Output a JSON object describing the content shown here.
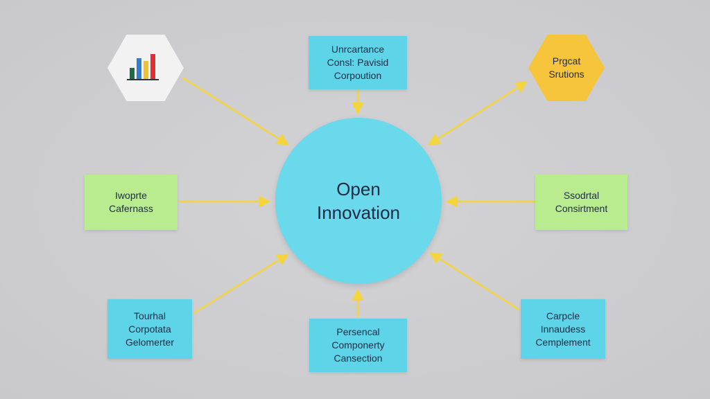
{
  "center": {
    "line1": "Open",
    "line2": "Innovation",
    "color": "#6ad9ec"
  },
  "nodes": {
    "top": {
      "lines": [
        "Unrcartance",
        "Consl: Pavisid",
        "Corpoution"
      ]
    },
    "top_right": {
      "lines": [
        "Prgcat",
        "Srutions"
      ]
    },
    "left": {
      "lines": [
        "Iwoprte",
        "Cafernass"
      ]
    },
    "right": {
      "lines": [
        "Ssodrtal",
        "Consirtment"
      ]
    },
    "bottom_left": {
      "lines": [
        "Tourhal",
        "Corpotata",
        "Gelomerter"
      ]
    },
    "bottom": {
      "lines": [
        "Persencal",
        "Componerty",
        "Cansection"
      ]
    },
    "bottom_right": {
      "lines": [
        "Carpcle",
        "Innaudess",
        "Cemplement"
      ]
    }
  },
  "top_left_icon": {
    "icon": "bar-chart-icon",
    "bar_colors": [
      "#1d6b4a",
      "#2f7fd1",
      "#f2c12e",
      "#e0302f"
    ]
  },
  "colors": {
    "arrow": "#f5d53d",
    "box_cyan": "#5ed4e8",
    "box_green": "#b8ec8e",
    "hex_yellow": "#f7c53c"
  }
}
